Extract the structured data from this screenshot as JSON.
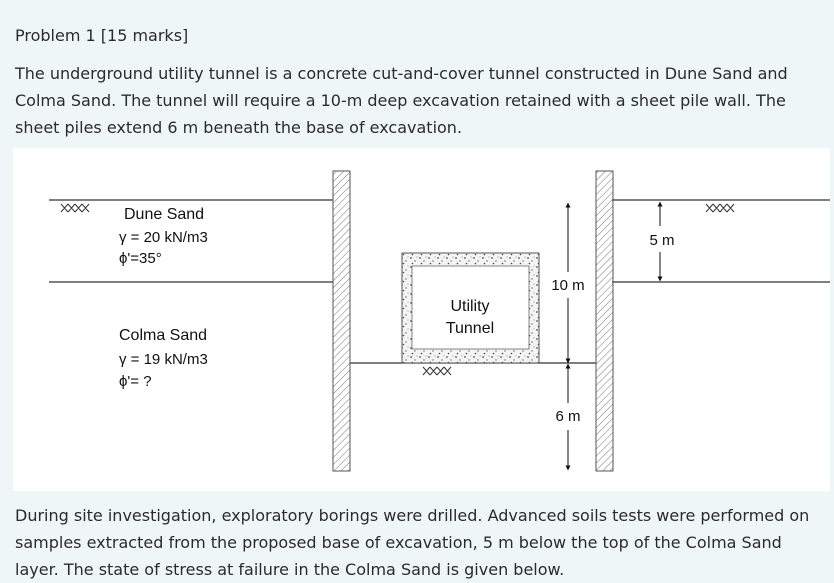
{
  "problem": {
    "title": "Problem 1 [15 marks]",
    "intro": "The underground utility tunnel is a concrete cut-and-cover tunnel constructed in Dune Sand and Colma Sand. The tunnel will require a 10-m deep excavation retained with a sheet pile wall. The sheet piles extend 6 m beneath the base of excavation.",
    "outro": "During site investigation, exploratory borings were drilled. Advanced soils tests were performed on samples extracted from the proposed base of excavation, 5 m below the top of the Colma Sand layer. The state of stress at failure in the Colma Sand is given below."
  },
  "diagram": {
    "dune_sand": {
      "name": "Dune Sand",
      "unit_weight": "γ = 20 kN/m3",
      "friction_angle": "ϕ'=35°"
    },
    "colma_sand": {
      "name": "Colma Sand",
      "unit_weight": "γ = 19 kN/m3",
      "friction_angle": "ϕ'= ?"
    },
    "tunnel": {
      "line1": "Utility",
      "line2": "Tunnel"
    },
    "dimensions": {
      "excavation_depth": "10 m",
      "embedment_depth": "6 m",
      "dune_thickness": "5 m"
    }
  }
}
